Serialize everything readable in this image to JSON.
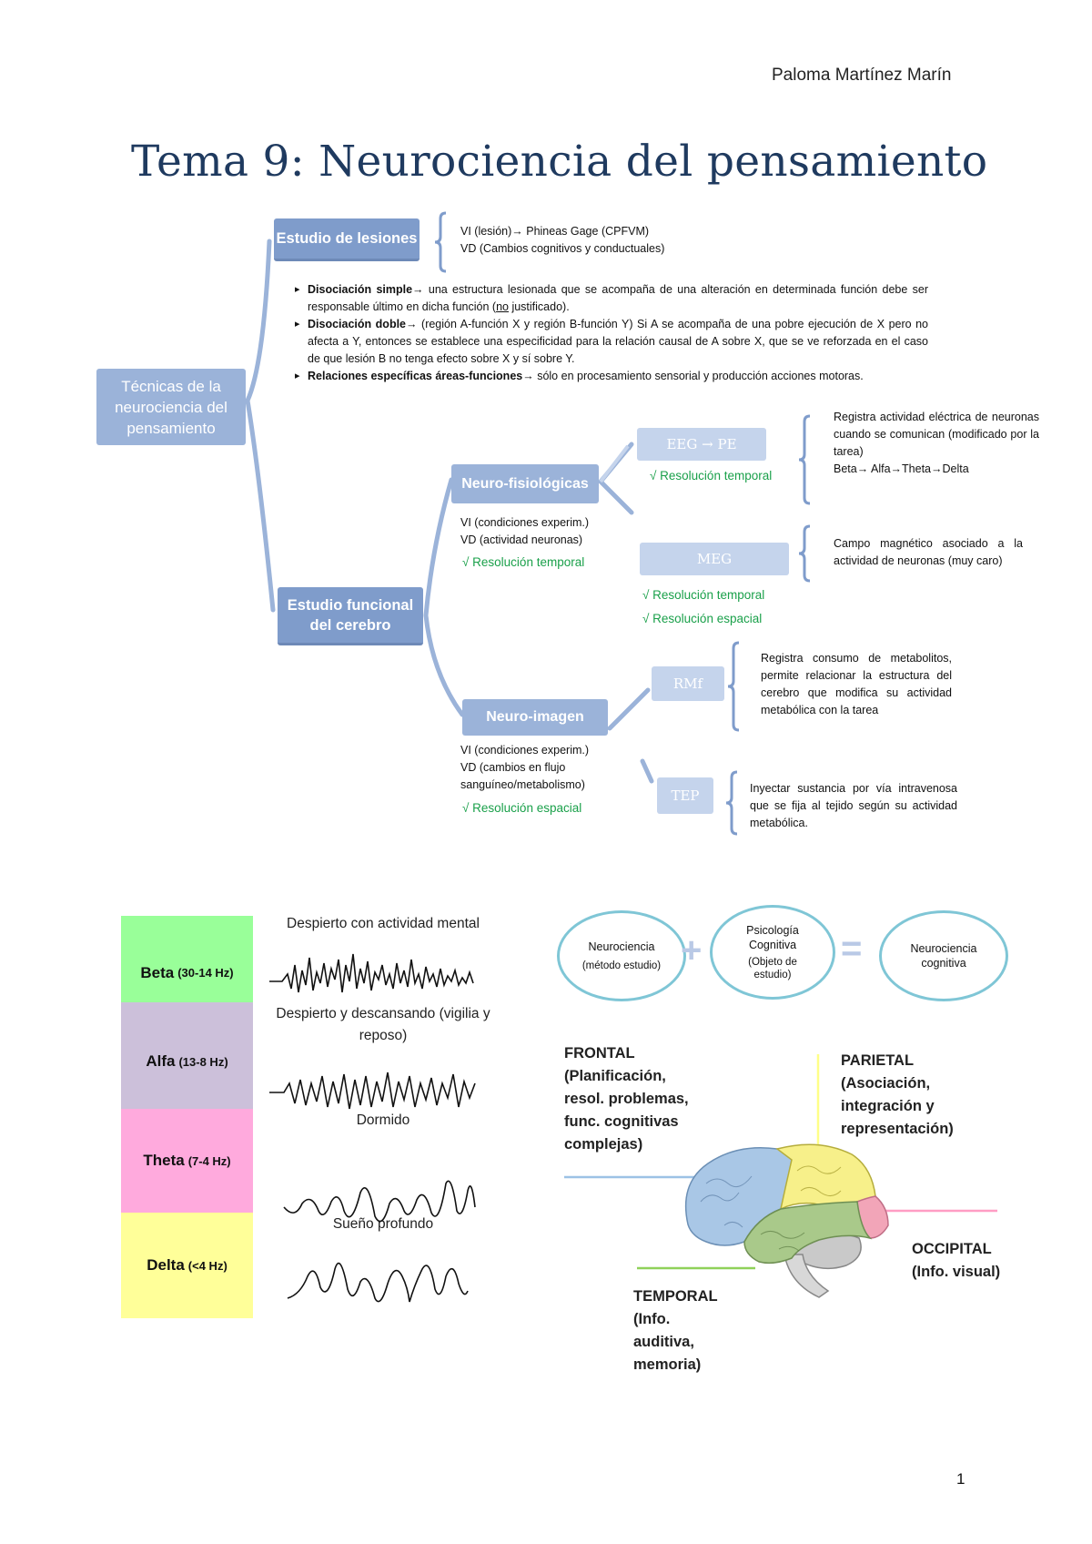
{
  "header": {
    "author": "Paloma Martínez Marín"
  },
  "title": "Tema 9: Neurociencia del pensamiento",
  "map": {
    "root": "Técnicas de la neurociencia del pensamiento",
    "lesiones": {
      "label": "Estudio de lesiones",
      "vi": "VI (lesión)→ Phineas Gage (CPFVM)",
      "vd": "VD (Cambios cognitivos y conductuales)",
      "bullets": [
        {
          "bold": "Disociación simple→",
          "text": " una estructura lesionada que se acompaña de una alteración en determinada función debe ser responsable último en dicha función (",
          "u": "no",
          "tail": " justificado)."
        },
        {
          "bold": "Disociación doble→",
          "text": " (región A-función X y región B-función Y) Si A se acompaña de una pobre ejecución de X pero no afecta a Y, entonces se establece una especificidad para la relación causal de A sobre X, que se ve reforzada en el caso de que lesión B no tenga efecto sobre X y sí sobre Y.",
          "u": "",
          "tail": ""
        },
        {
          "bold": "Relaciones específicas áreas-funciones→",
          "text": " sólo en procesamiento sensorial y producción acciones motoras.",
          "u": "",
          "tail": ""
        }
      ]
    },
    "funcional": {
      "label": "Estudio funcional del cerebro",
      "neurofisio": {
        "label": "Neuro-fisiológicas",
        "vi": "VI (condiciones experim.)",
        "vd": "VD (actividad neuronas)",
        "check": "√ Resolución temporal",
        "eeg": {
          "label": "EEG → PE",
          "check": "√ Resolución temporal",
          "desc": "Registra actividad eléctrica de neuronas cuando se comunican (modificado por la tarea)",
          "waves": "Beta→ Alfa→Theta→Delta"
        },
        "meg": {
          "label": "MEG",
          "check1": "√ Resolución temporal",
          "check2": "√ Resolución espacial",
          "desc": "Campo magnético asociado a la actividad de neuronas (muy caro)"
        }
      },
      "neuroimagen": {
        "label": "Neuro-imagen",
        "vi": "VI (condiciones experim.)",
        "vd": "VD (cambios en flujo sanguíneo/metabolismo)",
        "check": "√ Resolución espacial",
        "rmf": {
          "label": "RMf",
          "desc": "Registra consumo de metabolitos, permite relacionar la estructura del cerebro que modifica su actividad metabólica con la tarea"
        },
        "tep": {
          "label": "TEP",
          "desc": "Inyectar sustancia por vía intravenosa que se fija al tejido según su actividad metabólica."
        }
      }
    }
  },
  "waves": [
    {
      "name": "Beta",
      "hz": "(30-14 Hz)",
      "state": "Despierto con actividad mental",
      "color": "#99ff99"
    },
    {
      "name": "Alfa",
      "hz": "(13-8 Hz)",
      "state": "Despierto y descansando (vigilia y reposo)",
      "color": "#ccc0da"
    },
    {
      "name": "Theta",
      "hz": "(7-4 Hz)",
      "state": "Dormido",
      "color": "#ffaadd"
    },
    {
      "name": "Delta",
      "hz": "(<4 Hz)",
      "state": "Sueño profundo",
      "color": "#ffff99"
    }
  ],
  "equation": {
    "a_title": "Neurociencia",
    "a_sub": "(método estudio)",
    "plus": "+",
    "b_title": "Psicología Cognitiva",
    "b_sub": "(Objeto de estudio)",
    "equals": "=",
    "c_title": "Neurociencia cognitiva"
  },
  "lobes": {
    "frontal": {
      "name": "FRONTAL",
      "desc": "(Planificación, resol. problemas, func. cognitivas complejas)"
    },
    "parietal": {
      "name": "PARIETAL",
      "desc": "(Asociación, integración y representación)"
    },
    "occipital": {
      "name": "OCCIPITAL",
      "desc": "(Info. visual)"
    },
    "temporal": {
      "name": "TEMPORAL",
      "desc": "(Info. auditiva, memoria)"
    }
  },
  "page_number": "1",
  "colors": {
    "dark_box": "#7f9ccb",
    "light_box": "#c5d4ec",
    "connector": "#9bb3d9",
    "check": "#1aa04a"
  }
}
